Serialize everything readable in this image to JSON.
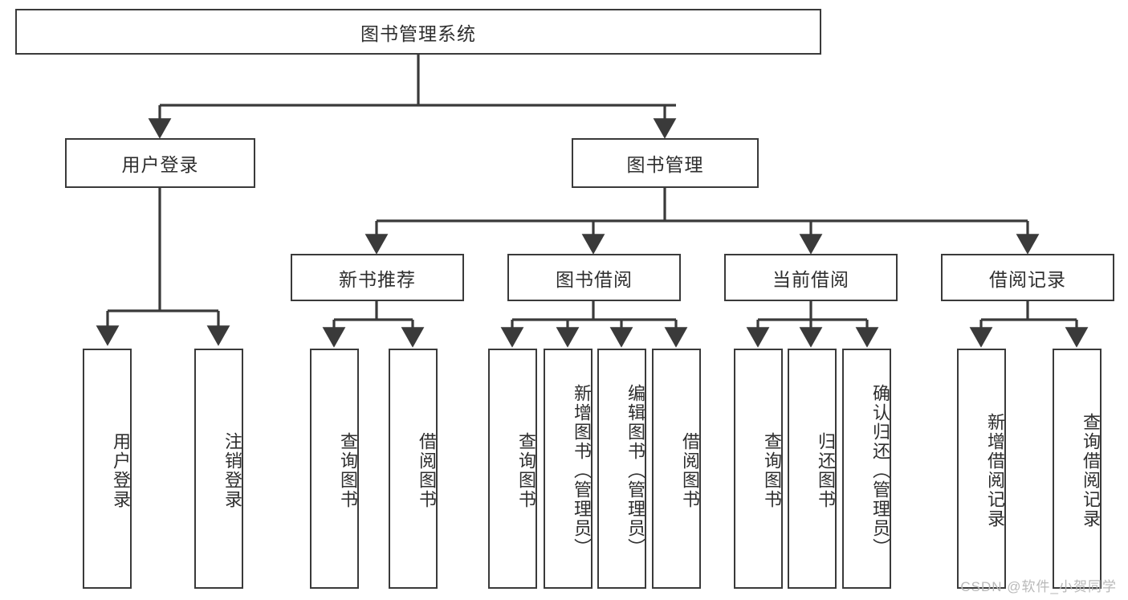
{
  "diagram": {
    "title": "图书管理系统",
    "type": "function-structure-tree",
    "root": {
      "id": "root",
      "label": "图书管理系统",
      "level": 0
    },
    "level1": [
      {
        "id": "user-login",
        "label": "用户登录"
      },
      {
        "id": "book-manage",
        "label": "图书管理"
      }
    ],
    "level2": [
      {
        "id": "new-book-recommend",
        "label": "新书推荐",
        "parent": "book-manage"
      },
      {
        "id": "book-borrow",
        "label": "图书借阅",
        "parent": "book-manage"
      },
      {
        "id": "current-borrow",
        "label": "当前借阅",
        "parent": "book-manage"
      },
      {
        "id": "borrow-record",
        "label": "借阅记录",
        "parent": "book-manage"
      }
    ],
    "leaves": {
      "user-login": [
        {
          "id": "leaf-user-login",
          "label": "用户登录"
        },
        {
          "id": "leaf-logout-login",
          "label": "注销登录"
        }
      ],
      "new-book-recommend": [
        {
          "id": "leaf-query-book-1",
          "label": "查询图书"
        },
        {
          "id": "leaf-borrow-book-1",
          "label": "借阅图书"
        }
      ],
      "book-borrow": [
        {
          "id": "leaf-query-book-2",
          "label": "查询图书"
        },
        {
          "id": "leaf-add-book",
          "label": "新增图书（管理员）"
        },
        {
          "id": "leaf-edit-book",
          "label": "编辑图书（管理员）"
        },
        {
          "id": "leaf-borrow-book-2",
          "label": "借阅图书"
        }
      ],
      "current-borrow": [
        {
          "id": "leaf-query-book-3",
          "label": "查询图书"
        },
        {
          "id": "leaf-return-book",
          "label": "归还图书"
        },
        {
          "id": "leaf-confirm-return",
          "label": "确认归还（管理员）"
        }
      ],
      "borrow-record": [
        {
          "id": "leaf-add-record",
          "label": "新增借阅记录"
        },
        {
          "id": "leaf-query-record",
          "label": "查询借阅记录"
        }
      ]
    }
  },
  "watermark": {
    "text": "CSDN @软件_小贺同学"
  },
  "colors": {
    "box_border": "#3a3a3a",
    "box_fill": "#ffffff",
    "text": "#2e2e2e",
    "connector": "#3a3a3a",
    "watermark": "#b9b9b9",
    "background": "#ffffff"
  }
}
